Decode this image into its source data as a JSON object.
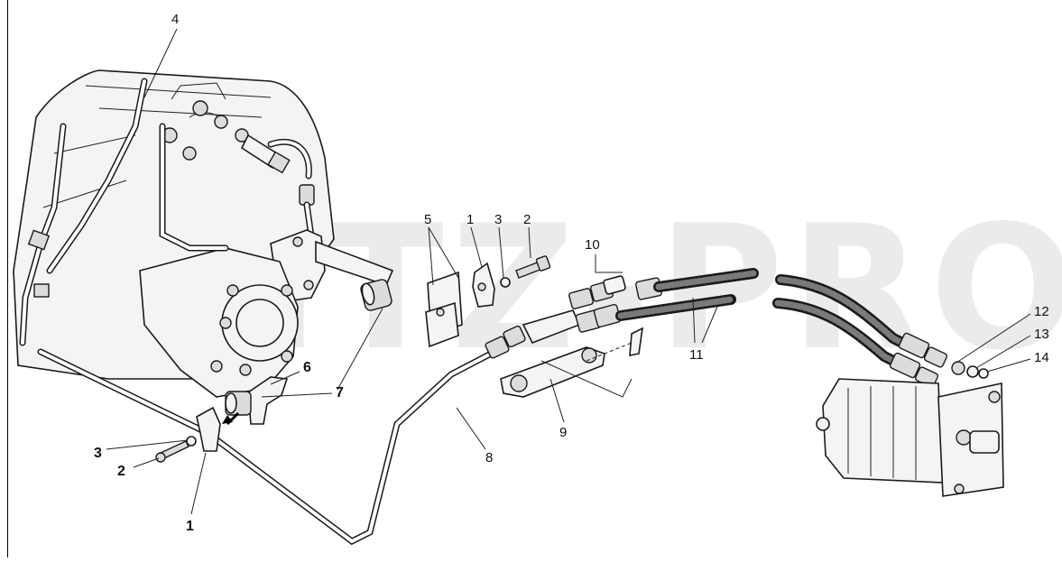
{
  "watermark": {
    "text": "MTZ-PRO"
  },
  "labels": [
    {
      "id": "4-top",
      "text": "4"
    },
    {
      "id": "5",
      "text": "5"
    },
    {
      "id": "1-mid",
      "text": "1"
    },
    {
      "id": "3-mid",
      "text": "3"
    },
    {
      "id": "2-mid",
      "text": "2"
    },
    {
      "id": "10",
      "text": "10"
    },
    {
      "id": "6",
      "text": "6"
    },
    {
      "id": "7",
      "text": "7"
    },
    {
      "id": "3-left",
      "text": "3"
    },
    {
      "id": "2-left",
      "text": "2"
    },
    {
      "id": "1-bottom",
      "text": "1"
    },
    {
      "id": "8",
      "text": "8"
    },
    {
      "id": "9",
      "text": "9"
    },
    {
      "id": "11",
      "text": "11"
    },
    {
      "id": "12",
      "text": "12"
    },
    {
      "id": "13",
      "text": "13"
    },
    {
      "id": "14",
      "text": "14"
    }
  ],
  "colors": {
    "ink": "#1a1a1a",
    "watermark": "#dcdcdc",
    "background": "#ffffff"
  }
}
